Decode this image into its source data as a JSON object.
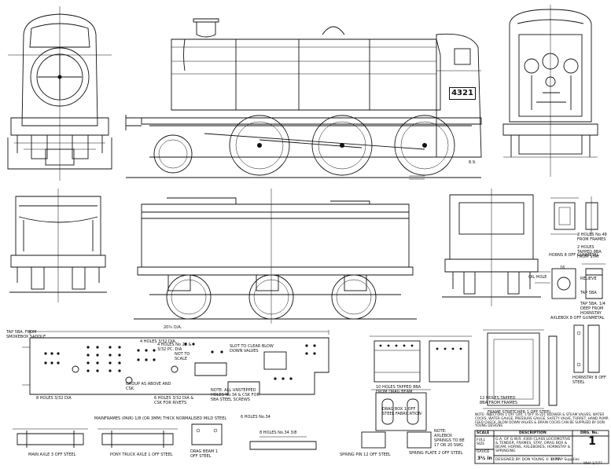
{
  "drawing": {
    "loco_number": "4321",
    "loco_mark": "8.9.",
    "labels": {
      "nominal_width": "20¾ O/A.",
      "tap_note": "TAP 5BA. FROM SMOKEBOX SADDLE",
      "holes_4_3b": "4 HOLES 3/32 DIA.",
      "holes_4_hole": "4 HOLES No 28 & 3/32 PC. DIA",
      "slot_clear": "SLOT TO CLEAR BLOW DOWN VALVES",
      "not_to_scale": "NOT TO SCALE",
      "group_as_above": "GROUP AS ABOVE AND CSK.",
      "holes_6_3b": "6 HOLES 3/32 DIA & CSK FOR RIVETS",
      "holes_8_3b": "8 HOLES 3/32 DIA",
      "unstepped_note": "NOTE: ALL UNSTEPPED HOLES No.34 & CSK FOR 5BA STEEL SCREWS",
      "mainframes": "MAINFRAMES (PAIR) 1/8 (OR 3MM) THICK NORMALISED MILD STEEL",
      "main_axle": "MAIN AXLE 3 OFF STEEL",
      "pony_truck_axle": "PONY TRUCK AXLE 1 OFF STEEL",
      "drag_beam": "DRAG BEAM 1 OFF STEEL",
      "holes_8_axle": "8 HOLES No.34 3/8",
      "holes_6_axle": "6 HOLES No.34",
      "spring_pin": "SPRING PIN 12 OFF STEEL",
      "spring_plate": "SPRING PLATE 2 OFF STEEL",
      "arbox_note": "NOTE: AXLEBOX SPRINGS TO BE 17 OR 20 SWG",
      "holes_10_tapped": "10 HOLES TAPPED 8BA FROM DRAG BEAM",
      "drag_box": "DRAG BOX 1 OFF STEEL FABRICATION",
      "holes_12_tapped": "12 HOLES TAPPED 8BA FROM FRAMES",
      "frame_stretcher": "FRAME STRETCHER 1 OFF STEEL",
      "hornstay_label": "HORNSTAY 8 OFF STEEL",
      "axlebox_label": "AXLEBOX 8 OFF GUNMETAL",
      "horns_label": "HORNS 8 OFF GUNMETAL",
      "holes_2_frames": "2 HOLES No.48 FROM FRAMES",
      "holes_2_stay": "2 HOLES TAPPED 8BA FROM STAY",
      "oil_hole": "OIL HOLE",
      "tap_from_hornstay": "TAP 5BA. 1/4 DEEP FROM HORNSTAY",
      "relieve": "RELIEVE",
      "tap_5ba": "TAP 5BA",
      "dim_16": "16"
    },
    "notes": "NOTE: INJECTORS 1 OFF (20), 1 OFF (6-22), BLOWER & STEAM VALVES, WATER COCKS, WATER GAUGE, PRESSURE GAUGE, SAFETY VALVE, TURRET, HAND PUMP, FEED CHECK, BLOW DOWN VALVES & DRAIN COCKS CAN BE SUPPLIED BY DON YOUNG DESIGNS",
    "title_block": {
      "scale_head": "SCALE",
      "full_size": "FULL SIZE",
      "gauge": "GAUGE",
      "gauge_value": "3½ in",
      "description_head": "DESCRIPTION",
      "description": "G.A. OF G.W.R. 4300 CLASS LOCOMOTIVE & TENDER, FRAMES, STAY, DRAG BOX & BEAM, HORNS, AXLEBOXES, HORNSTAY & SPRINGING",
      "designer": "DESIGNED BY: DON YOUNG © 1977",
      "copyright": "© MAP Supplies",
      "drg_no_head": "DRG. No.",
      "drg_no": "1",
      "footer": "WHA 1/7/77"
    }
  }
}
